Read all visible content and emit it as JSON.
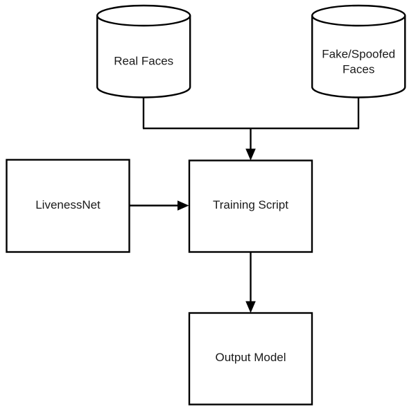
{
  "diagram": {
    "type": "flowchart",
    "background_color": "#ffffff",
    "stroke_color": "#000000",
    "text_color": "#1a1a1a",
    "nodes": [
      {
        "id": "real-faces",
        "shape": "cylinder",
        "label": "Real Faces",
        "lines": [
          "Real Faces"
        ]
      },
      {
        "id": "fake-spoofed-faces",
        "shape": "cylinder",
        "label": "Fake/Spoofed Faces",
        "lines": [
          "Fake/Spoofed",
          "Faces"
        ]
      },
      {
        "id": "livenessnet",
        "shape": "rectangle",
        "label": "LivenessNet",
        "lines": [
          "LivenessNet"
        ]
      },
      {
        "id": "training-script",
        "shape": "rectangle",
        "label": "Training Script",
        "lines": [
          "Training Script"
        ]
      },
      {
        "id": "output-model",
        "shape": "rectangle",
        "label": "Output Model",
        "lines": [
          "Output Model"
        ]
      }
    ],
    "edges": [
      {
        "id": "real-to-training",
        "from": "real-faces",
        "to": "training-script",
        "style": "orthogonal",
        "arrow": true
      },
      {
        "id": "fake-to-training",
        "from": "fake-spoofed-faces",
        "to": "training-script",
        "style": "orthogonal",
        "arrow": true
      },
      {
        "id": "livenessnet-to-training",
        "from": "livenessnet",
        "to": "training-script",
        "style": "straight",
        "arrow": true
      },
      {
        "id": "training-to-output",
        "from": "training-script",
        "to": "output-model",
        "style": "straight",
        "arrow": true
      }
    ]
  }
}
